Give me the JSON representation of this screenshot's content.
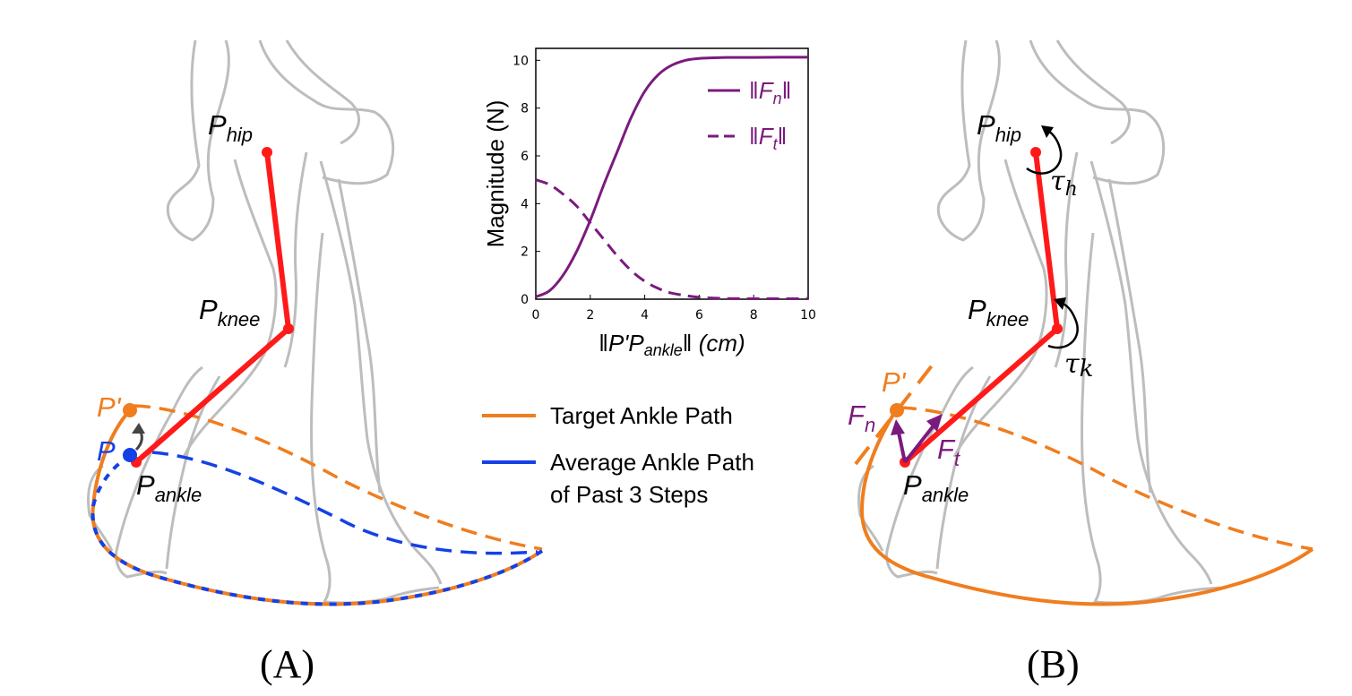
{
  "colors": {
    "leg": "#ff1a1a",
    "target": "#f07d1e",
    "average": "#1441e6",
    "force": "#7b1a7e",
    "body_outline": "#bdbdbd"
  },
  "panel_a": {
    "label": "(A)",
    "p_hip": "P",
    "p_hip_sub": "hip",
    "p_knee": "P",
    "p_knee_sub": "knee",
    "p_ankle": "P",
    "p_ankle_sub": "ankle",
    "p_prime": "P'",
    "p": "P"
  },
  "panel_b": {
    "label": "(B)",
    "p_hip": "P",
    "p_hip_sub": "hip",
    "p_knee": "P",
    "p_knee_sub": "knee",
    "p_ankle": "P",
    "p_ankle_sub": "ankle",
    "p_prime": "P'",
    "tau_h": "τ",
    "tau_h_sub": "h",
    "tau_k": "τ",
    "tau_k_sub": "k",
    "f_n": "F",
    "f_n_sub": "n",
    "f_t": "F",
    "f_t_sub": "t"
  },
  "legend": {
    "target": "Target Ankle Path",
    "average_line1": "Average Ankle Path",
    "average_line2": "of Past 3 Steps"
  },
  "chart_data": {
    "type": "line",
    "xlabel": "‖P'P_ankle‖ (cm)",
    "ylabel": "Magnitude (N)",
    "xlim": [
      0,
      10
    ],
    "ylim": [
      0,
      10.5
    ],
    "xticks": [
      "0",
      "2",
      "4",
      "6",
      "8",
      "10"
    ],
    "yticks": [
      "0",
      "2",
      "4",
      "6",
      "8",
      "10"
    ],
    "legend_position": "top-right",
    "series": [
      {
        "name": "‖Fn‖",
        "style": "solid",
        "x": [
          0,
          0.5,
          1,
          1.5,
          2,
          2.5,
          3,
          3.5,
          4,
          4.5,
          5,
          5.5,
          6,
          7,
          8,
          9,
          10
        ],
        "values": [
          0.1,
          0.35,
          1.0,
          2.0,
          3.3,
          4.8,
          6.2,
          7.6,
          8.7,
          9.4,
          9.8,
          10.0,
          10.08,
          10.12,
          10.12,
          10.13,
          10.13
        ]
      },
      {
        "name": "‖Ft‖",
        "style": "dashed",
        "x": [
          0,
          0.5,
          1,
          1.5,
          2,
          2.5,
          3,
          3.5,
          4,
          4.5,
          5,
          6,
          7,
          8,
          9,
          10
        ],
        "values": [
          5.0,
          4.8,
          4.4,
          3.9,
          3.2,
          2.5,
          1.8,
          1.2,
          0.75,
          0.45,
          0.25,
          0.08,
          0.03,
          0.02,
          0.02,
          0.02
        ]
      }
    ]
  }
}
